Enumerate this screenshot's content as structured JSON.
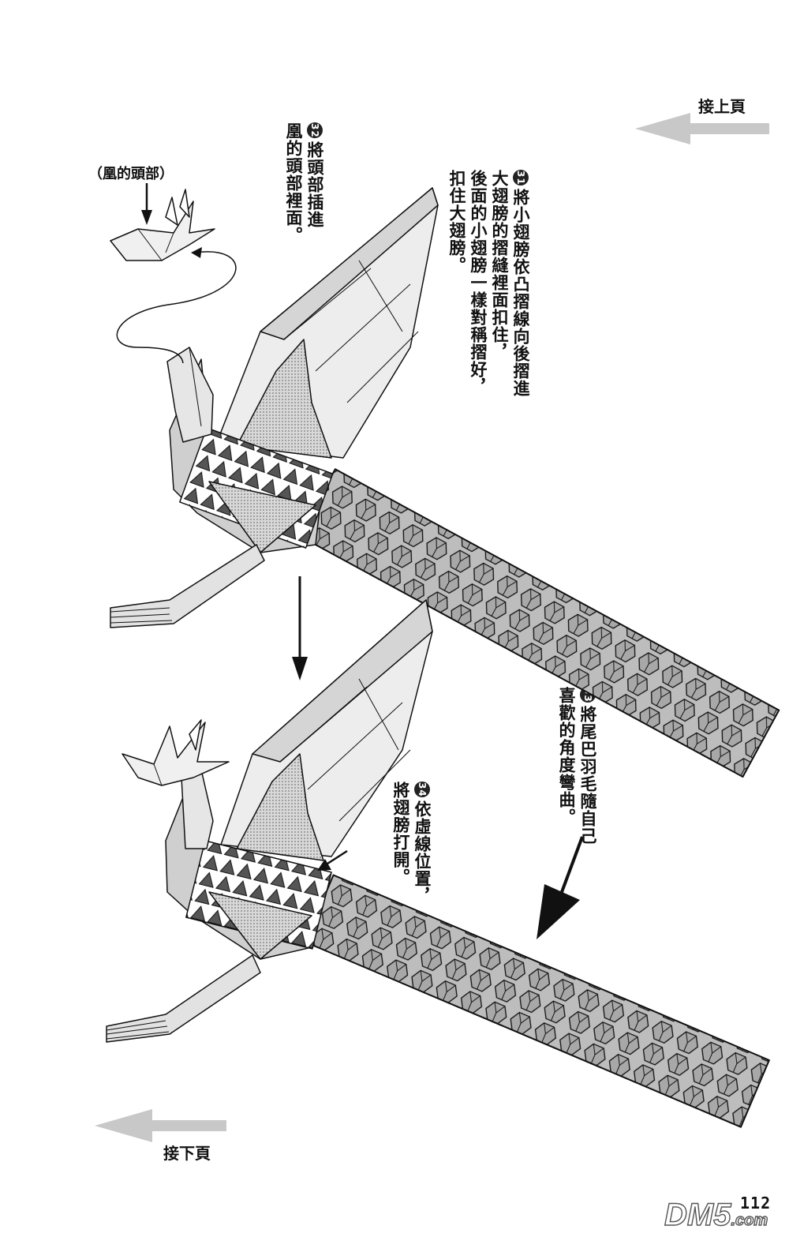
{
  "nav": {
    "prev_label": "接上頁",
    "next_label": "接下頁"
  },
  "head_label": "（凰的頭部）",
  "steps": [
    {
      "number": "31",
      "lines": [
        "將小翅膀依凸摺線向後摺進",
        "大翅膀的摺縫裡面扣住，",
        "後面的小翅膀一樣對稱摺好，",
        "扣住大翅膀。"
      ]
    },
    {
      "number": "32",
      "lines": [
        "將頭部插進",
        "凰的頭部裡面。"
      ]
    },
    {
      "number": "33",
      "lines": [
        "將尾巴羽毛隨自己",
        "喜歡的角度彎曲。"
      ]
    },
    {
      "number": "34",
      "lines": [
        "依虛線位置，",
        "將翅膀打開。"
      ]
    }
  ],
  "page_number": "112",
  "watermark": {
    "main": "DM5",
    "suffix": ".com"
  },
  "colors": {
    "ink": "#111111",
    "gray_arrow": "#c8c8c8",
    "tone": "#9a9a9a"
  }
}
